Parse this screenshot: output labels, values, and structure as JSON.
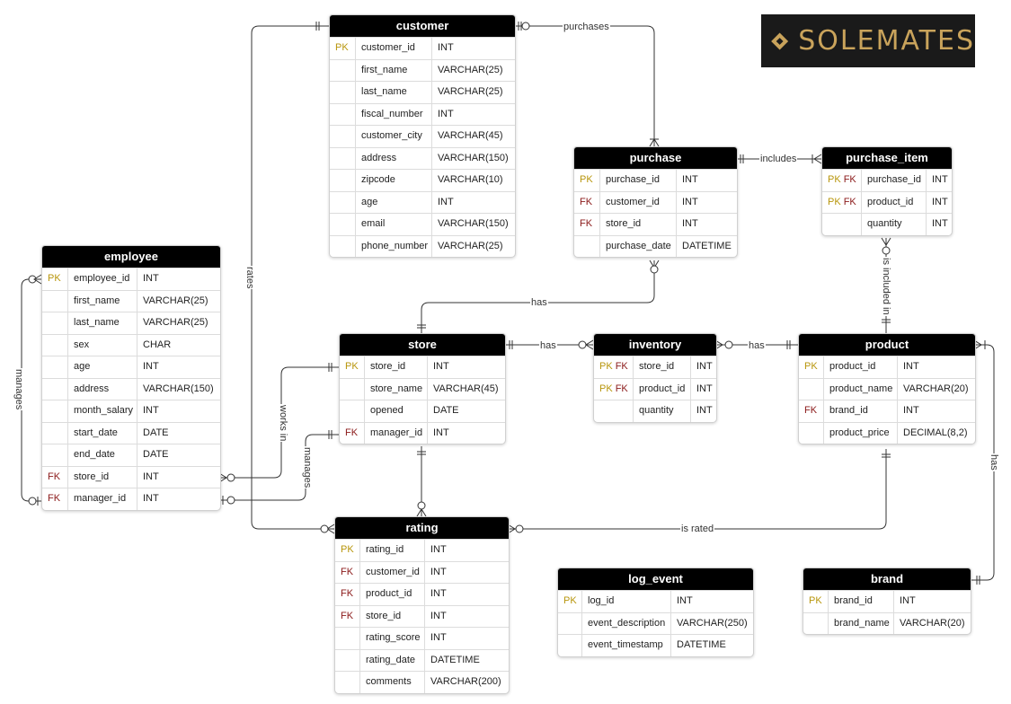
{
  "brand": {
    "logo_text": "SOLEMATES",
    "accent": "#c9a35b",
    "logo_icon": "diamond-logo-icon"
  },
  "colors": {
    "header_bg": "#000000",
    "pk": "#b8960c",
    "fk": "#8b1a1a",
    "line": "#333333"
  },
  "tables": [
    {
      "id": "customer",
      "title": "customer",
      "rows": [
        {
          "key": "PK",
          "name": "customer_id",
          "type": "INT"
        },
        {
          "key": "",
          "name": "first_name",
          "type": "VARCHAR(25)"
        },
        {
          "key": "",
          "name": "last_name",
          "type": "VARCHAR(25)"
        },
        {
          "key": "",
          "name": "fiscal_number",
          "type": "INT"
        },
        {
          "key": "",
          "name": "customer_city",
          "type": "VARCHAR(45)"
        },
        {
          "key": "",
          "name": "address",
          "type": "VARCHAR(150)"
        },
        {
          "key": "",
          "name": "zipcode",
          "type": "VARCHAR(10)"
        },
        {
          "key": "",
          "name": "age",
          "type": "INT"
        },
        {
          "key": "",
          "name": "email",
          "type": "VARCHAR(150)"
        },
        {
          "key": "",
          "name": "phone_number",
          "type": "VARCHAR(25)"
        }
      ]
    },
    {
      "id": "purchase",
      "title": "purchase",
      "rows": [
        {
          "key": "PK",
          "name": "purchase_id",
          "type": "INT"
        },
        {
          "key": "FK",
          "name": "customer_id",
          "type": "INT"
        },
        {
          "key": "FK",
          "name": "store_id",
          "type": "INT"
        },
        {
          "key": "",
          "name": "purchase_date",
          "type": "DATETIME"
        }
      ]
    },
    {
      "id": "purchase_item",
      "title": "purchase_item",
      "rows": [
        {
          "key": "PK FK",
          "name": "purchase_id",
          "type": "INT"
        },
        {
          "key": "PK FK",
          "name": "product_id",
          "type": "INT"
        },
        {
          "key": "",
          "name": "quantity",
          "type": "INT"
        }
      ]
    },
    {
      "id": "employee",
      "title": "employee",
      "rows": [
        {
          "key": "PK",
          "name": "employee_id",
          "type": "INT"
        },
        {
          "key": "",
          "name": "first_name",
          "type": "VARCHAR(25)"
        },
        {
          "key": "",
          "name": "last_name",
          "type": "VARCHAR(25)"
        },
        {
          "key": "",
          "name": "sex",
          "type": "CHAR"
        },
        {
          "key": "",
          "name": "age",
          "type": "INT"
        },
        {
          "key": "",
          "name": "address",
          "type": "VARCHAR(150)"
        },
        {
          "key": "",
          "name": "month_salary",
          "type": "INT"
        },
        {
          "key": "",
          "name": "start_date",
          "type": "DATE"
        },
        {
          "key": "",
          "name": "end_date",
          "type": "DATE"
        },
        {
          "key": "FK",
          "name": "store_id",
          "type": "INT"
        },
        {
          "key": "FK",
          "name": "manager_id",
          "type": "INT"
        }
      ]
    },
    {
      "id": "store",
      "title": "store",
      "rows": [
        {
          "key": "PK",
          "name": "store_id",
          "type": "INT"
        },
        {
          "key": "",
          "name": "store_name",
          "type": "VARCHAR(45)"
        },
        {
          "key": "",
          "name": "opened",
          "type": "DATE"
        },
        {
          "key": "FK",
          "name": "manager_id",
          "type": "INT"
        }
      ]
    },
    {
      "id": "inventory",
      "title": "inventory",
      "rows": [
        {
          "key": "PK FK",
          "name": "store_id",
          "type": "INT"
        },
        {
          "key": "PK FK",
          "name": "product_id",
          "type": "INT"
        },
        {
          "key": "",
          "name": "quantity",
          "type": "INT"
        }
      ]
    },
    {
      "id": "product",
      "title": "product",
      "rows": [
        {
          "key": "PK",
          "name": "product_id",
          "type": "INT"
        },
        {
          "key": "",
          "name": "product_name",
          "type": "VARCHAR(20)"
        },
        {
          "key": "FK",
          "name": "brand_id",
          "type": "INT"
        },
        {
          "key": "",
          "name": "product_price",
          "type": "DECIMAL(8,2)"
        }
      ]
    },
    {
      "id": "rating",
      "title": "rating",
      "rows": [
        {
          "key": "PK",
          "name": "rating_id",
          "type": "INT"
        },
        {
          "key": "FK",
          "name": "customer_id",
          "type": "INT"
        },
        {
          "key": "FK",
          "name": "product_id",
          "type": "INT"
        },
        {
          "key": "FK",
          "name": "store_id",
          "type": "INT"
        },
        {
          "key": "",
          "name": "rating_score",
          "type": "INT"
        },
        {
          "key": "",
          "name": "rating_date",
          "type": "DATETIME"
        },
        {
          "key": "",
          "name": "comments",
          "type": "VARCHAR(200)"
        }
      ]
    },
    {
      "id": "log_event",
      "title": "log_event",
      "rows": [
        {
          "key": "PK",
          "name": "log_id",
          "type": "INT"
        },
        {
          "key": "",
          "name": "event_description",
          "type": "VARCHAR(250)"
        },
        {
          "key": "",
          "name": "event_timestamp",
          "type": "DATETIME"
        }
      ]
    },
    {
      "id": "brand",
      "title": "brand",
      "rows": [
        {
          "key": "PK",
          "name": "brand_id",
          "type": "INT"
        },
        {
          "key": "",
          "name": "brand_name",
          "type": "VARCHAR(20)"
        }
      ]
    }
  ],
  "relationships": [
    {
      "id": "purchases",
      "label": "purchases"
    },
    {
      "id": "includes",
      "label": "includes"
    },
    {
      "id": "is_included_in",
      "label": "is included in"
    },
    {
      "id": "store_purchase_has",
      "label": "has"
    },
    {
      "id": "store_inventory_has",
      "label": "has"
    },
    {
      "id": "product_inventory_has",
      "label": "has"
    },
    {
      "id": "works_in",
      "label": "works in"
    },
    {
      "id": "store_manages",
      "label": "manages"
    },
    {
      "id": "employee_manages",
      "label": "manages"
    },
    {
      "id": "rates",
      "label": "rates"
    },
    {
      "id": "is_rated",
      "label": "is rated"
    },
    {
      "id": "brand_has",
      "label": "has"
    }
  ]
}
